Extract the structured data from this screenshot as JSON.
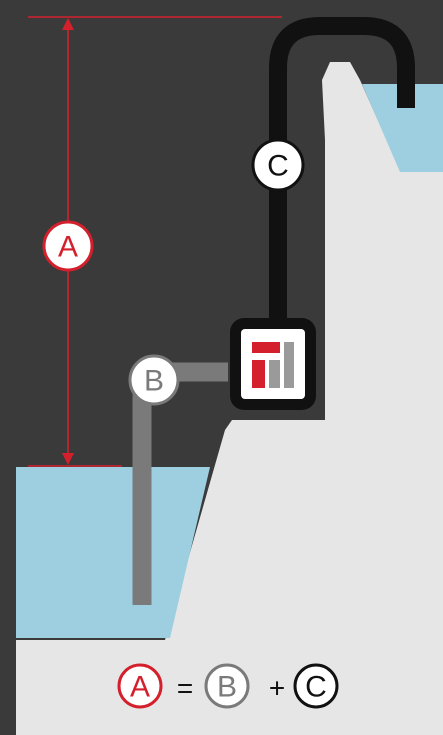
{
  "colors": {
    "background": "#3a3a3a",
    "ground": "#e6e6e6",
    "water": "#9dcfe0",
    "measure_red": "#d4202c",
    "suction_pipe": "#7a7a7a",
    "discharge_pipe": "#111111",
    "pump_body": "#111111",
    "pump_face": "#ffffff",
    "logo_red": "#d4202c",
    "logo_gray": "#9a9a9a"
  },
  "labels": {
    "total_head": "A",
    "suction_lift": "B",
    "discharge_head": "C"
  },
  "formula": {
    "lhs": "A",
    "equals": "=",
    "term1": "B",
    "plus": "+",
    "term2": "C"
  },
  "icons": {
    "pump": "pump-icon",
    "logo": "brand-logo-icon"
  }
}
